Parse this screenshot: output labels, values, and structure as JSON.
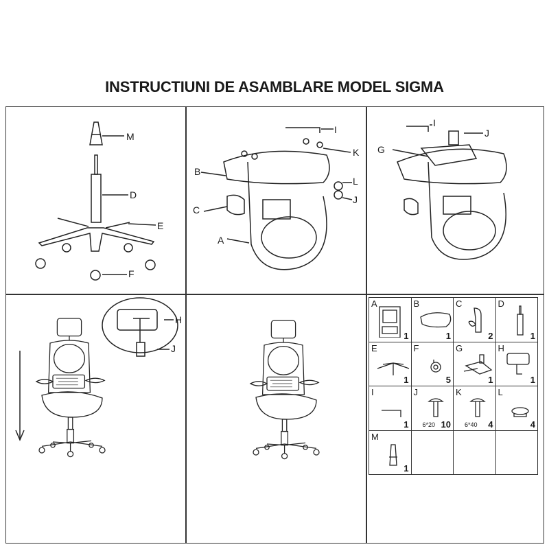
{
  "title": "INSTRUCTIUNI DE ASAMBLARE MODEL SIGMA",
  "step1": {
    "labels": [
      "M",
      "D",
      "E",
      "F"
    ]
  },
  "step2": {
    "labels": [
      "I",
      "K",
      "B",
      "L",
      "J",
      "C",
      "A"
    ]
  },
  "step3": {
    "labels": [
      "I",
      "J",
      "G"
    ]
  },
  "step4": {
    "labels": [
      "H",
      "J"
    ]
  },
  "parts": [
    {
      "letter": "A",
      "qty": "1",
      "icon": "backrest"
    },
    {
      "letter": "B",
      "qty": "1",
      "icon": "seat"
    },
    {
      "letter": "C",
      "qty": "2",
      "icon": "armrest"
    },
    {
      "letter": "D",
      "qty": "1",
      "icon": "gas-lift"
    },
    {
      "letter": "E",
      "qty": "1",
      "icon": "base"
    },
    {
      "letter": "F",
      "qty": "5",
      "icon": "caster"
    },
    {
      "letter": "G",
      "qty": "1",
      "icon": "mechanism"
    },
    {
      "letter": "H",
      "qty": "1",
      "icon": "headrest"
    },
    {
      "letter": "I",
      "qty": "1",
      "icon": "allen-key"
    },
    {
      "letter": "J",
      "qty": "10",
      "spec": "6*20",
      "icon": "bolt"
    },
    {
      "letter": "K",
      "qty": "4",
      "spec": "6*40",
      "icon": "bolt"
    },
    {
      "letter": "L",
      "qty": "4",
      "icon": "cap"
    },
    {
      "letter": "M",
      "qty": "1",
      "icon": "cover"
    }
  ]
}
